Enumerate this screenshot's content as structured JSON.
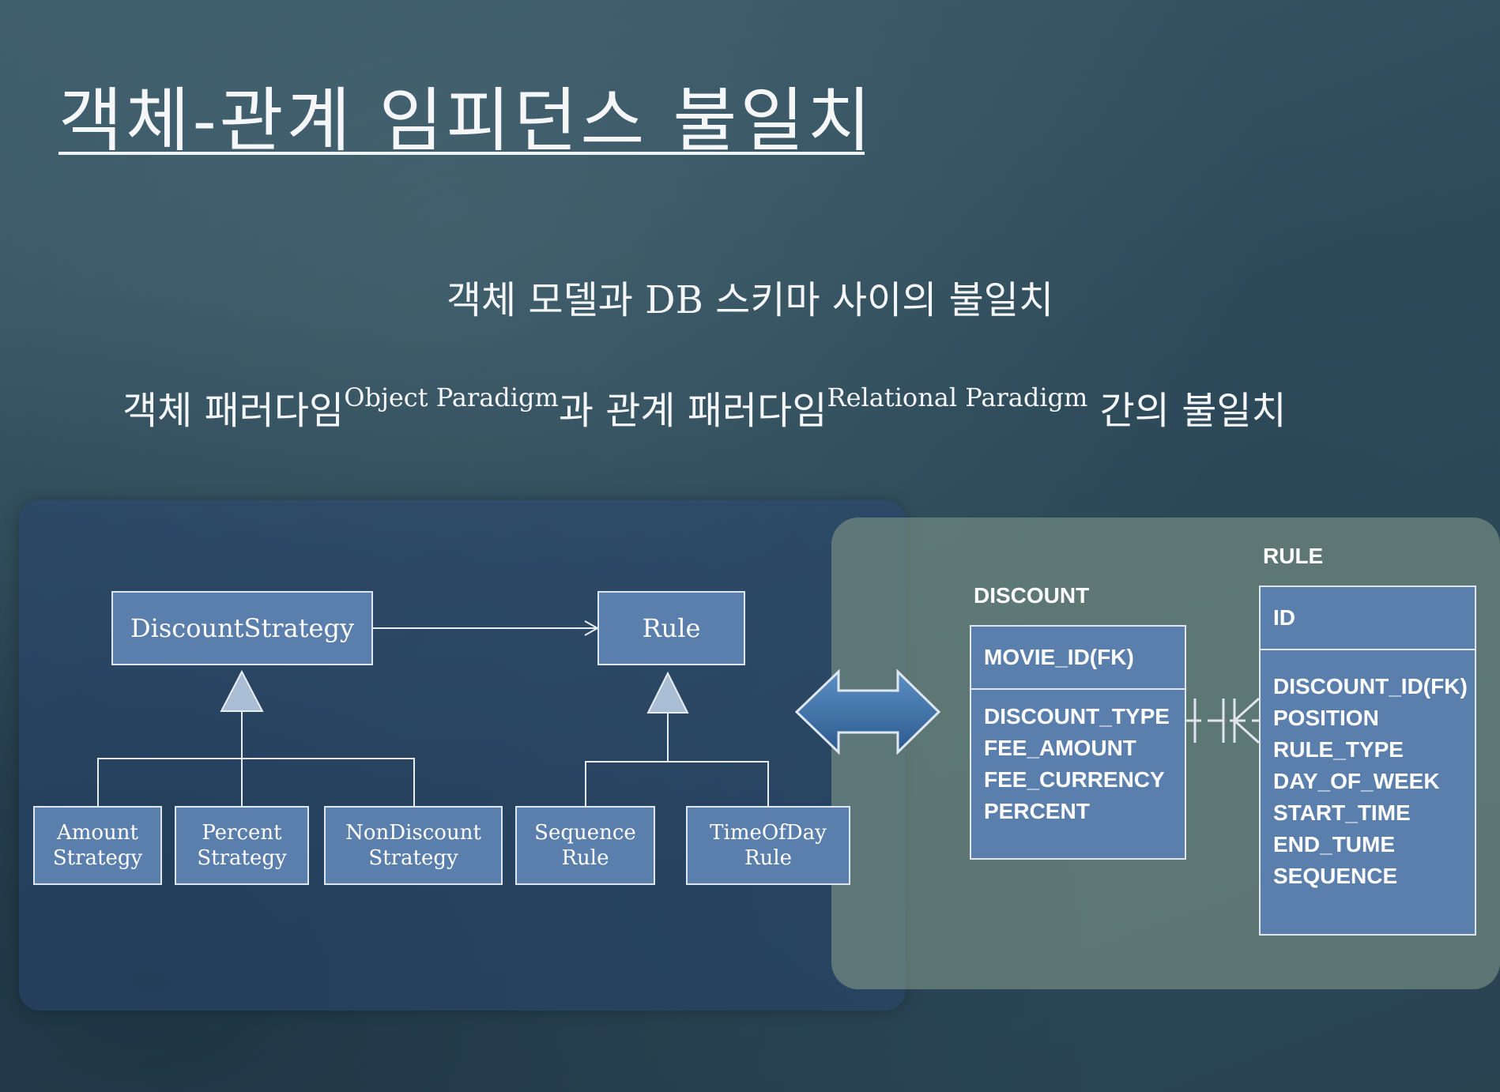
{
  "title": "객체-관계 임피던스 불일치",
  "subtitle1": "객체 모델과 DB 스키마 사이의 불일치",
  "subtitle2": {
    "part1": "객체 패러다임",
    "sup1": "Object Paradigm",
    "part2": "과 관계 패러다임",
    "sup2": "Relational Paradigm",
    "part3": " 간의 불일치"
  },
  "uml": {
    "discount_strategy": "DiscountStrategy",
    "rule": "Rule",
    "amount_strategy": [
      "Amount",
      "Strategy"
    ],
    "percent_strategy": [
      "Percent",
      "Strategy"
    ],
    "nondiscount_strategy": [
      "NonDiscount",
      "Strategy"
    ],
    "sequence_rule": [
      "Sequence",
      "Rule"
    ],
    "timeofday_rule": [
      "TimeOfDay",
      "Rule"
    ]
  },
  "erd": {
    "discount": {
      "name": "DISCOUNT",
      "key": "MOVIE_ID(FK)",
      "columns": [
        "DISCOUNT_TYPE",
        "FEE_AMOUNT",
        "FEE_CURRENCY",
        "PERCENT"
      ]
    },
    "rule": {
      "name": "RULE",
      "key": "ID",
      "columns": [
        "DISCOUNT_ID(FK)",
        "POSITION",
        "RULE_TYPE",
        "DAY_OF_WEEK",
        "START_TIME",
        "END_TUME",
        "SEQUENCE"
      ]
    }
  },
  "colors": {
    "uml_box": "#5a7fad",
    "uml_panel": "#2f4f74",
    "erd_panel": "#73877f",
    "arrow_fill": "#3d6ea3"
  }
}
